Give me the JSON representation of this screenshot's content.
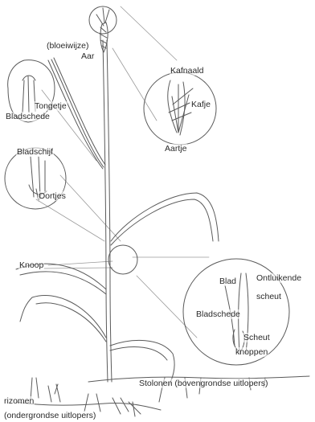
{
  "labels": {
    "bloeiwijze": "(bloeiwijze)",
    "aar": "Aar",
    "kafnaald": "Kafnaald",
    "kafje": "Kafje",
    "aartje": "Aartje",
    "tongetje": "Tongetje",
    "bladschede_top": "Bladschede",
    "bladschijf": "Bladschijf",
    "oortjes": "Oortjes",
    "knoop": "Knoop",
    "blad": "Blad",
    "ontluikende": "Ontluikende",
    "scheut": "scheut",
    "bladschede": "Bladschede",
    "scheut2": "Scheut",
    "knoppen": "knoppen",
    "stolonen": "Stolonen (bovengrondse uitlopers)",
    "rizomen": "rizomen",
    "ondergrondse": "(ondergrondse uitlopers)"
  },
  "colors": {
    "line": "#5a5a5a",
    "light_line": "#9a9a9a"
  }
}
